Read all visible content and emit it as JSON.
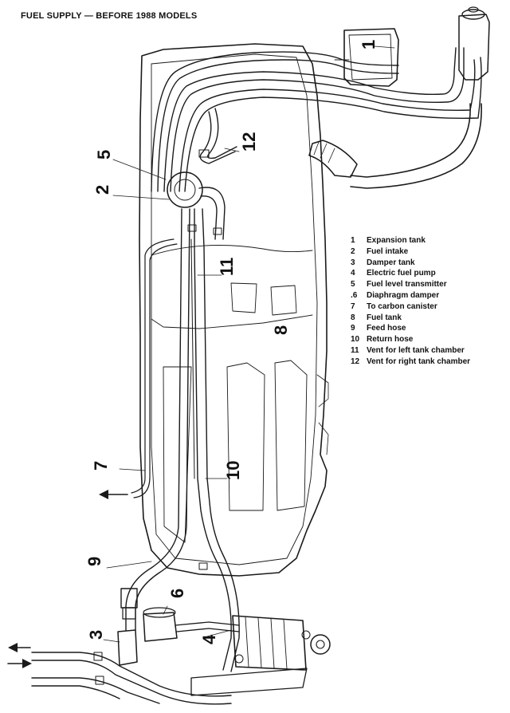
{
  "title": "FUEL SUPPLY — BEFORE 1988 MODELS",
  "callouts": [
    "1",
    "2",
    "3",
    "4",
    "5",
    "6",
    "7",
    "8",
    "9",
    "10",
    "11",
    "12"
  ],
  "legend": [
    {
      "num": "1",
      "label": "Expansion tank"
    },
    {
      "num": "2",
      "label": "Fuel intake"
    },
    {
      "num": "3",
      "label": "Damper tank"
    },
    {
      "num": "4",
      "label": "Electric fuel pump"
    },
    {
      "num": "5",
      "label": "Fuel level transmitter"
    },
    {
      "num": ".6",
      "label": "Diaphragm damper"
    },
    {
      "num": "7",
      "label": "To carbon canister"
    },
    {
      "num": "8",
      "label": "Fuel tank"
    },
    {
      "num": "9",
      "label": "Feed hose"
    },
    {
      "num": "10",
      "label": "Return hose"
    },
    {
      "num": "11",
      "label": "Vent for left tank chamber"
    },
    {
      "num": "12",
      "label": "Vent for right tank chamber"
    }
  ]
}
